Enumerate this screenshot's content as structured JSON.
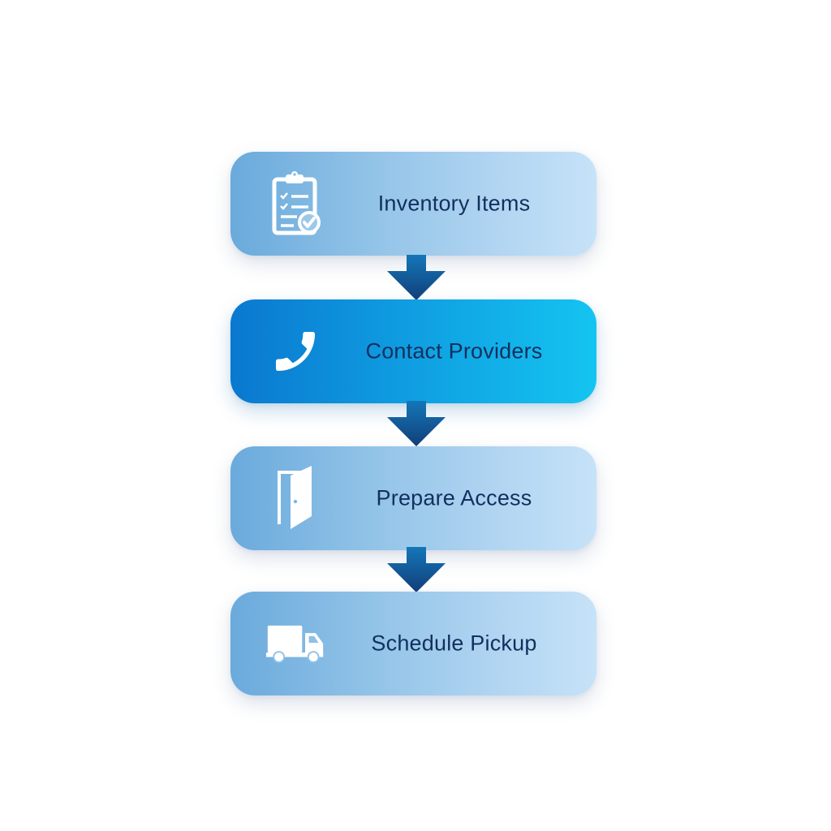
{
  "flowchart": {
    "direction": "top-to-bottom",
    "colors": {
      "step_gradient": [
        "#6aaadc",
        "#c6e2f8"
      ],
      "active_step_gradient": [
        "#0a78cf",
        "#14c4f0"
      ],
      "arrow_gradient": [
        "#1477b8",
        "#123f7a"
      ],
      "label_text": "#12305e",
      "icon": "#ffffff"
    },
    "steps": [
      {
        "label": "Inventory Items",
        "icon": "clipboard-checklist-icon",
        "active": false
      },
      {
        "label": "Contact Providers",
        "icon": "phone-icon",
        "active": true
      },
      {
        "label": "Prepare Access",
        "icon": "open-door-icon",
        "active": false
      },
      {
        "label": "Schedule Pickup",
        "icon": "truck-icon",
        "active": false
      }
    ],
    "connectors": [
      {
        "from": "Inventory Items",
        "to": "Contact Providers",
        "icon": "arrow-down-icon"
      },
      {
        "from": "Contact Providers",
        "to": "Prepare Access",
        "icon": "arrow-down-icon"
      },
      {
        "from": "Prepare Access",
        "to": "Schedule Pickup",
        "icon": "arrow-down-icon"
      }
    ]
  }
}
